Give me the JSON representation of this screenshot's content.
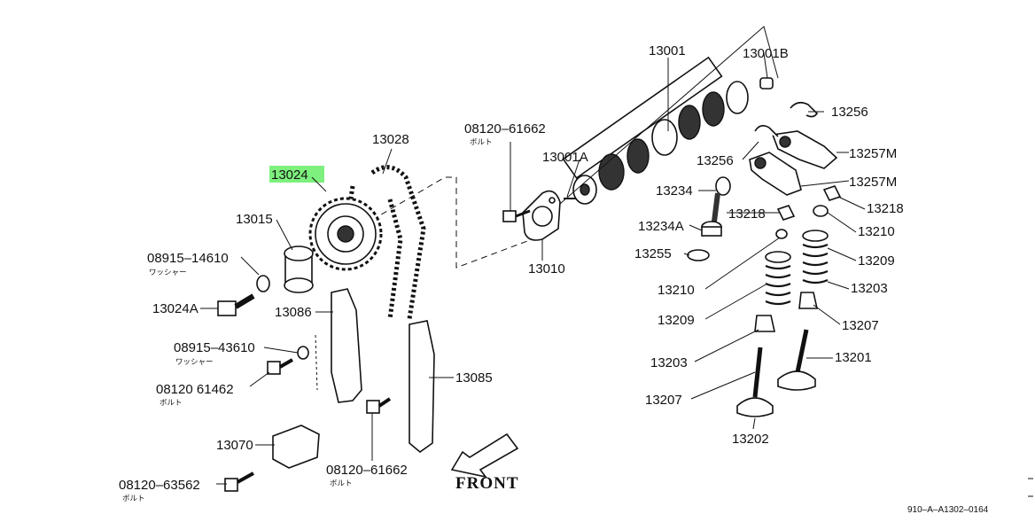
{
  "highlight_color": "#7df07d",
  "parts": {
    "p13001": "13001",
    "p13001B": "13001B",
    "p13001A": "13001A",
    "p13256a": "13256",
    "p13256b": "13256",
    "p13257Ma": "13257M",
    "p13257Mb": "13257M",
    "p13234": "13234",
    "p13234A": "13234A",
    "p13218a": "13218",
    "p13218b": "13218",
    "p13210a": "13210",
    "p13210b": "13210",
    "p13255": "13255",
    "p13209a": "13209",
    "p13209b": "13209",
    "p13203a": "13203",
    "p13203b": "13203",
    "p13207a": "13207",
    "p13207b": "13207",
    "p13201": "13201",
    "p13202": "13202",
    "p13028": "13028",
    "p13024": "13024",
    "p13015": "13015",
    "p13024A": "13024A",
    "p13086": "13086",
    "p13085": "13085",
    "p13070": "13070",
    "p13010": "13010",
    "b08120_61662a": "08120–61662",
    "b08120_61662b": "08120–61662",
    "b08120_61462": "08120  61462",
    "b08120_63562": "08120–63562",
    "w08915_14610": "08915–14610",
    "w08915_43610": "08915–43610"
  },
  "subs": {
    "bolt1": "ボルト",
    "bolt2": "ボルト",
    "bolt3": "ボルト",
    "bolt4": "ボルト",
    "washer1": "ワッシャー",
    "washer2": "ワッシャー"
  },
  "front_label": "FRONT",
  "diagram_ref": "910–A–A1302–0164"
}
